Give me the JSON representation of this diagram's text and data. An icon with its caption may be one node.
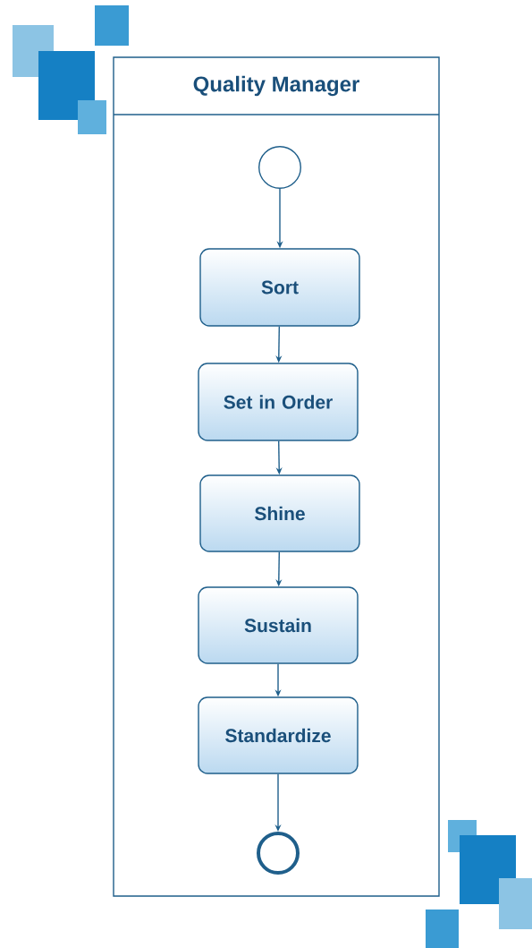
{
  "diagram": {
    "nodes": [
      {
        "text": [
          "Quality Manager"
        ]
      },
      {
        "text": [],
        "shape": "circle",
        "in": 0
      },
      {
        "text": [
          "Sort"
        ],
        "in": 0
      },
      {
        "text": [
          "Set in Order"
        ],
        "in": 0
      },
      {
        "text": [
          "Shine"
        ],
        "in": 0
      },
      {
        "text": [
          "Sustain"
        ],
        "in": 0
      },
      {
        "text": [
          "Standardize"
        ],
        "in": 0
      },
      {
        "text": [],
        "shape": "circle",
        "in": 0
      }
    ],
    "edges": [
      {
        "from": 1,
        "to": 2,
        "arrow": "to"
      },
      {
        "from": 2,
        "to": 3,
        "arrow": "to"
      },
      {
        "from": 3,
        "to": 4,
        "arrow": "to"
      },
      {
        "from": 4,
        "to": 5,
        "arrow": "to"
      },
      {
        "from": 5,
        "to": 6,
        "arrow": "to"
      },
      {
        "from": 6,
        "to": 7,
        "arrow": "to"
      }
    ]
  }
}
